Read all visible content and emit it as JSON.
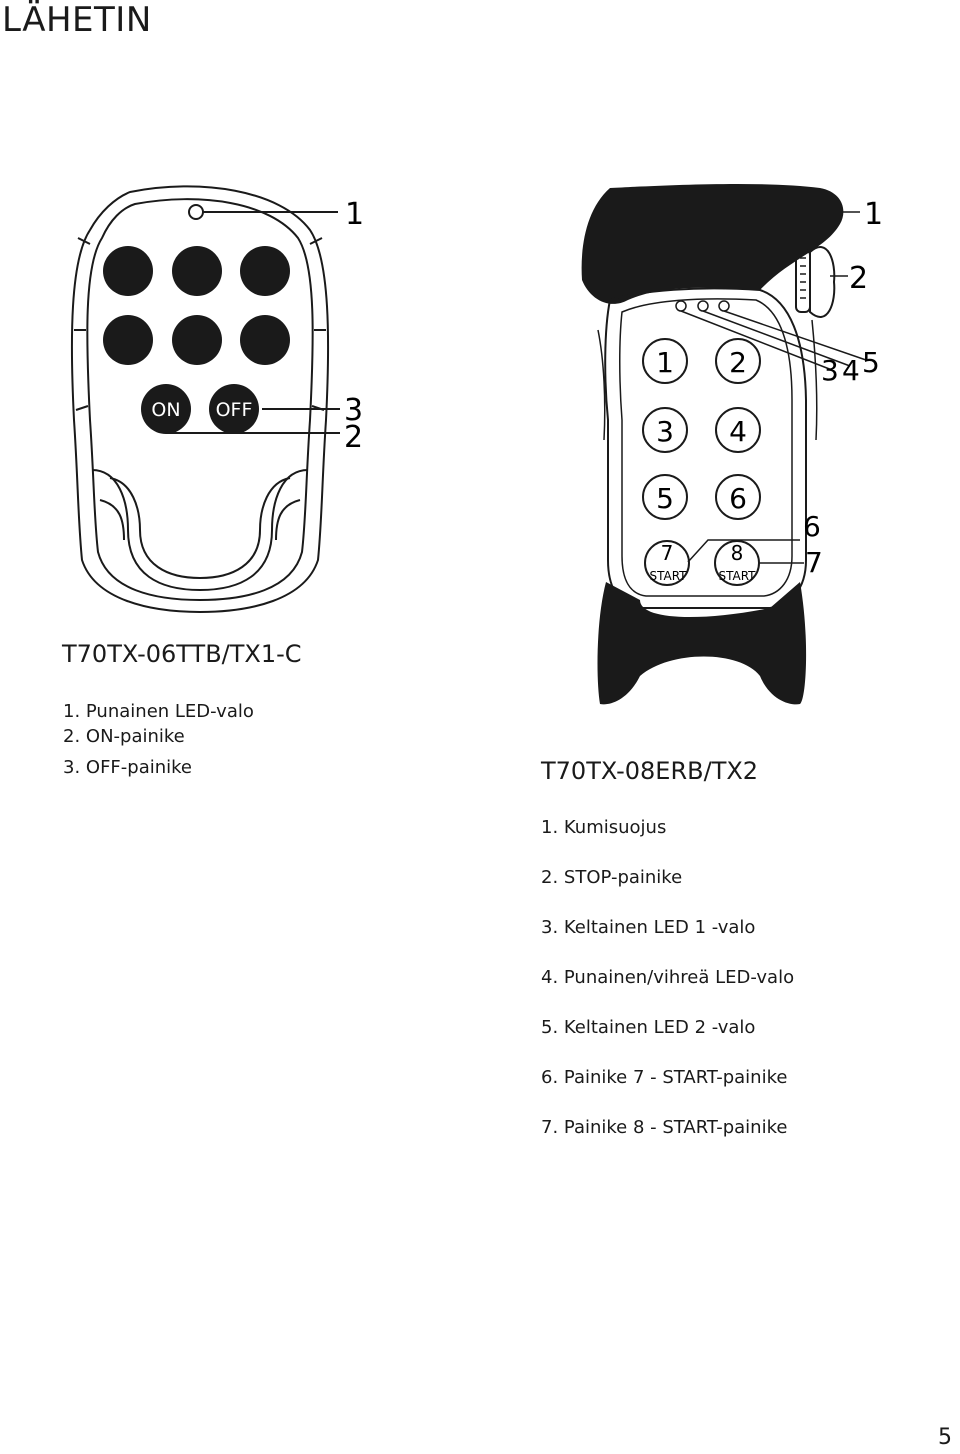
{
  "page": {
    "title": "LÄHETIN",
    "page_number": "5"
  },
  "left_device": {
    "model": "T70TX-06TTB/TX1-C",
    "on_label": "ON",
    "off_label": "OFF",
    "callouts": [
      "1",
      "3",
      "2"
    ],
    "legend": [
      "1. Punainen LED-valo",
      "2. ON-painike",
      "3. OFF-painike"
    ]
  },
  "right_device": {
    "model": "T70TX-08ERB/TX2",
    "buttons": [
      "1",
      "2",
      "3",
      "4",
      "5",
      "6",
      "7",
      "8"
    ],
    "start_label": "START",
    "callouts": [
      "1",
      "2",
      "3",
      "4",
      "5",
      "6",
      "7"
    ],
    "legend": [
      "1. Kumisuojus",
      "2. STOP-painike",
      "3. Keltainen LED 1 -valo",
      "4. Punainen/vihreä LED-valo",
      "5. Keltainen LED 2 -valo",
      "6. Painike 7 - START-painike",
      "7. Painike 8 - START-painike"
    ]
  },
  "colors": {
    "ink": "#1a1a1a",
    "background": "#ffffff"
  }
}
